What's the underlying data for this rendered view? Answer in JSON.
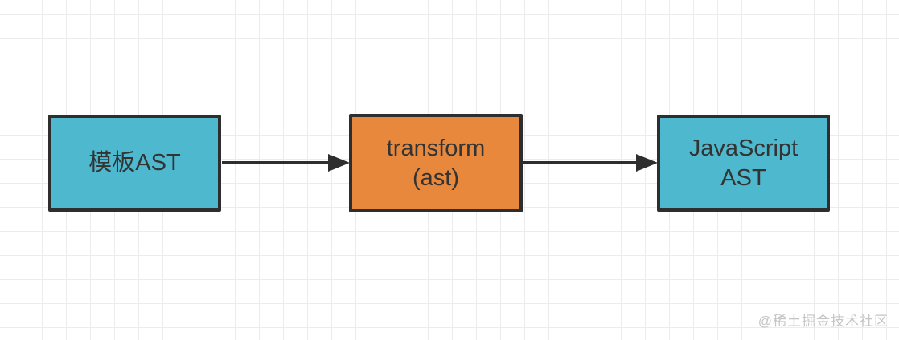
{
  "diagram": {
    "title": "template AST to JavaScript AST transform flow",
    "nodes": [
      {
        "id": "template-ast",
        "lines": [
          "模板AST"
        ],
        "fill": "#4db8ce"
      },
      {
        "id": "transform",
        "lines": [
          "transform",
          "(ast)"
        ],
        "fill": "#e8883c"
      },
      {
        "id": "javascript-ast",
        "lines": [
          "JavaScript",
          "AST"
        ],
        "fill": "#4db8ce"
      }
    ],
    "arrows": [
      {
        "from": "template-ast",
        "to": "transform"
      },
      {
        "from": "transform",
        "to": "javascript-ast"
      }
    ],
    "colors": {
      "node_cyan": "#4db8ce",
      "node_orange": "#e8883c",
      "node_border": "#2e2e2e",
      "arrow": "#2e2e2e",
      "text": "#333333",
      "grid_line": "#ececec",
      "background": "#ffffff",
      "watermark": "#c5c5c5"
    }
  },
  "watermark": {
    "text": "@稀土掘金技术社区"
  }
}
